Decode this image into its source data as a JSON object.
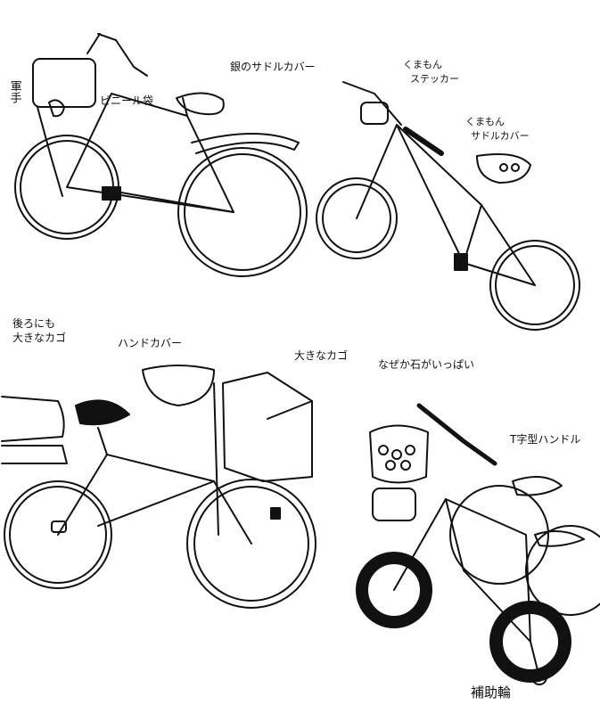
{
  "labels": {
    "gunte": "軍手",
    "vinyl_bag": "ビニール袋",
    "silver_saddle_cover": "銀のサドルカバー",
    "kumamon_sticker_line1": "くまもん",
    "kumamon_sticker_line2": "ステッカー",
    "kumamon_saddle_line1": "くまもん",
    "kumamon_saddle_line2": "サドルカバー",
    "rear_basket_line1": "後ろにも",
    "rear_basket_line2": "大きなカゴ",
    "hand_cover": "ハンドカバー",
    "big_basket": "大きなカゴ",
    "stones": "なぜか石がいっぱい",
    "t_handle": "T字型ハンドル",
    "training_wheels": "補助輪"
  },
  "colors": {
    "ink": "#111111",
    "paper": "#ffffff"
  }
}
